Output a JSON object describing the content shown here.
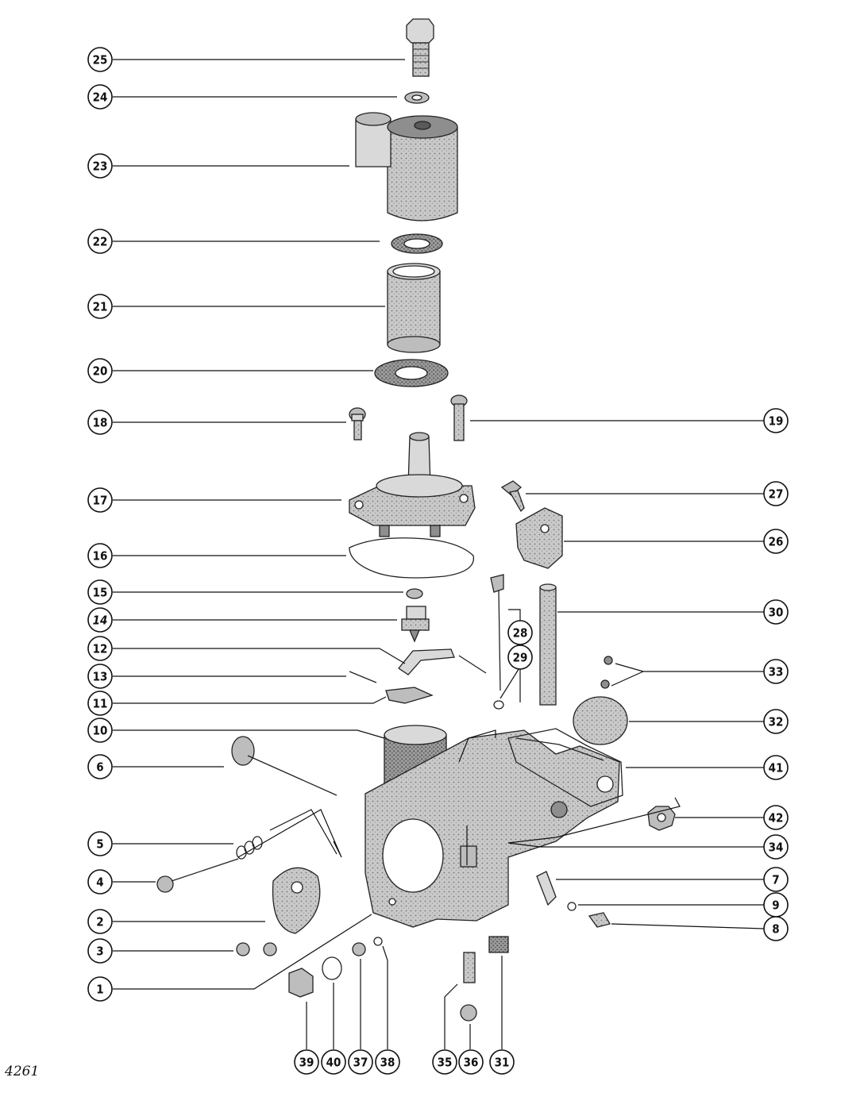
{
  "figure_number": "4261",
  "callouts": [
    "1",
    "2",
    "3",
    "4",
    "5",
    "6",
    "7",
    "8",
    "9",
    "10",
    "11",
    "12",
    "13",
    "14",
    "15",
    "16",
    "17",
    "18",
    "19",
    "20",
    "21",
    "22",
    "23",
    "24",
    "25",
    "26",
    "27",
    "28",
    "29",
    "30",
    "31",
    "32",
    "33",
    "34",
    "35",
    "36",
    "37",
    "38",
    "39",
    "40",
    "41",
    "42"
  ]
}
